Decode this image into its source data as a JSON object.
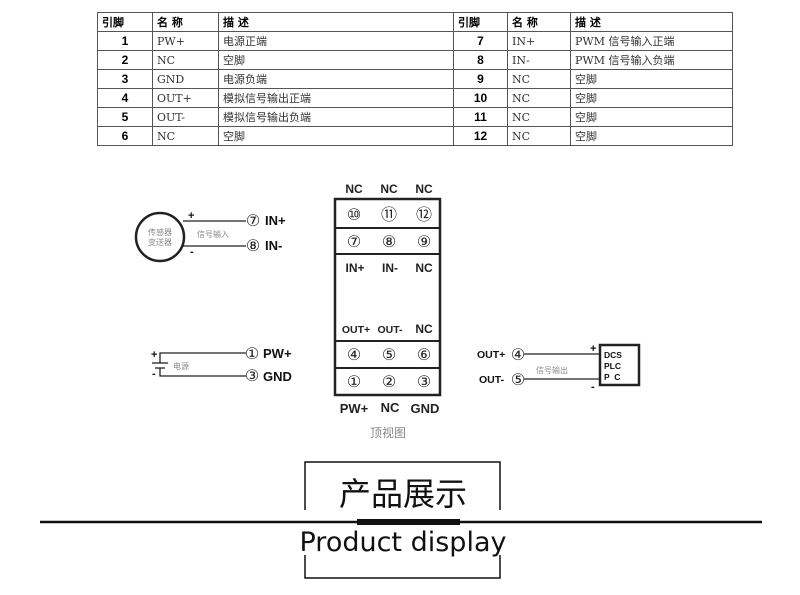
{
  "table": {
    "headers": [
      "引脚",
      "名 称",
      "描  述",
      "引脚",
      "名 称",
      "描  述"
    ],
    "rows": [
      [
        "1",
        "PW+",
        "电源正端",
        "7",
        "IN+",
        "PWM 信号输入正端"
      ],
      [
        "2",
        "NC",
        "空脚",
        "8",
        "IN-",
        "PWM 信号输入负端"
      ],
      [
        "3",
        "GND",
        "电源负端",
        "9",
        "NC",
        "空脚"
      ],
      [
        "4",
        "OUT+",
        "模拟信号输出正端",
        "10",
        "NC",
        "空脚"
      ],
      [
        "5",
        "OUT-",
        "模拟信号输出负端",
        "11",
        "NC",
        "空脚"
      ],
      [
        "6",
        "NC",
        "空脚",
        "12",
        "NC",
        "空脚"
      ]
    ]
  },
  "diagram": {
    "top_labels": [
      "NC",
      "NC",
      "NC"
    ],
    "row1": [
      "⑩",
      "⑪",
      "⑫"
    ],
    "row2": [
      "⑦",
      "⑧",
      "⑨"
    ],
    "mid_labels_top": [
      "IN+",
      "IN-",
      "NC"
    ],
    "mid_labels_bottom": [
      "OUT+",
      "OUT-",
      "NC"
    ],
    "row3": [
      "④",
      "⑤",
      "⑥"
    ],
    "row4": [
      "①",
      "②",
      "③"
    ],
    "bottom_labels": [
      "PW+",
      "NC",
      "GND"
    ],
    "caption": "顶视图",
    "sensor": {
      "line1": "传感器",
      "line2": "变送器",
      "signal": "信号输入",
      "plus": "+",
      "minus": "-",
      "pin_p": "⑦",
      "pin_n": "⑧",
      "label_p": "IN+",
      "label_n": "IN-"
    },
    "power": {
      "label": "电源",
      "plus": "+",
      "minus": "-",
      "pin_p": "①",
      "pin_n": "③",
      "label_p": "PW+",
      "label_n": "GND"
    },
    "output": {
      "label_p": "OUT+",
      "label_n": "OUT-",
      "pin_p": "④",
      "pin_n": "⑤",
      "signal": "信号输出",
      "plus": "+",
      "minus": "-",
      "box": [
        "DCS",
        "PLC",
        "P  C"
      ]
    }
  },
  "banner": {
    "title_cn": "产品展示",
    "title_en": "Product display"
  }
}
